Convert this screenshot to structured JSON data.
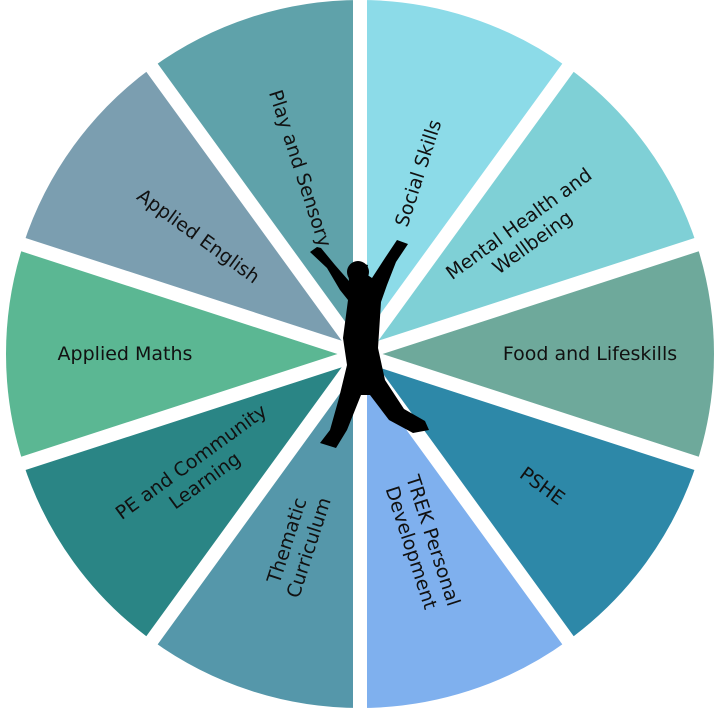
{
  "segments": [
    {
      "id": "social-skills",
      "lines": [
        "Social Skills"
      ],
      "color": "#8cdbe8"
    },
    {
      "id": "mental-health",
      "lines": [
        "Mental Health and",
        "Wellbeing"
      ],
      "color": "#7fd0d6"
    },
    {
      "id": "food-lifeskills",
      "lines": [
        "Food and Lifeskills"
      ],
      "color": "#6ea99b"
    },
    {
      "id": "pshe",
      "lines": [
        "PSHE"
      ],
      "color": "#2d88a8"
    },
    {
      "id": "trek",
      "lines": [
        "TREK Personal",
        "Development"
      ],
      "color": "#7fb0ee"
    },
    {
      "id": "thematic",
      "lines": [
        "Thematic",
        "Curriculum"
      ],
      "color": "#5597aa"
    },
    {
      "id": "pe-community",
      "lines": [
        "PE and Community",
        "Learning"
      ],
      "color": "#2a8585"
    },
    {
      "id": "applied-maths",
      "lines": [
        "Applied Maths"
      ],
      "color": "#5bb793"
    },
    {
      "id": "applied-english",
      "lines": [
        "Applied English"
      ],
      "color": "#7b9eb0"
    },
    {
      "id": "play-sensory",
      "lines": [
        "Play and Sensory"
      ],
      "color": "#5fa2aa"
    }
  ],
  "center_figure": {
    "icon": "jumping-child-silhouette-icon",
    "color": "#000000"
  }
}
